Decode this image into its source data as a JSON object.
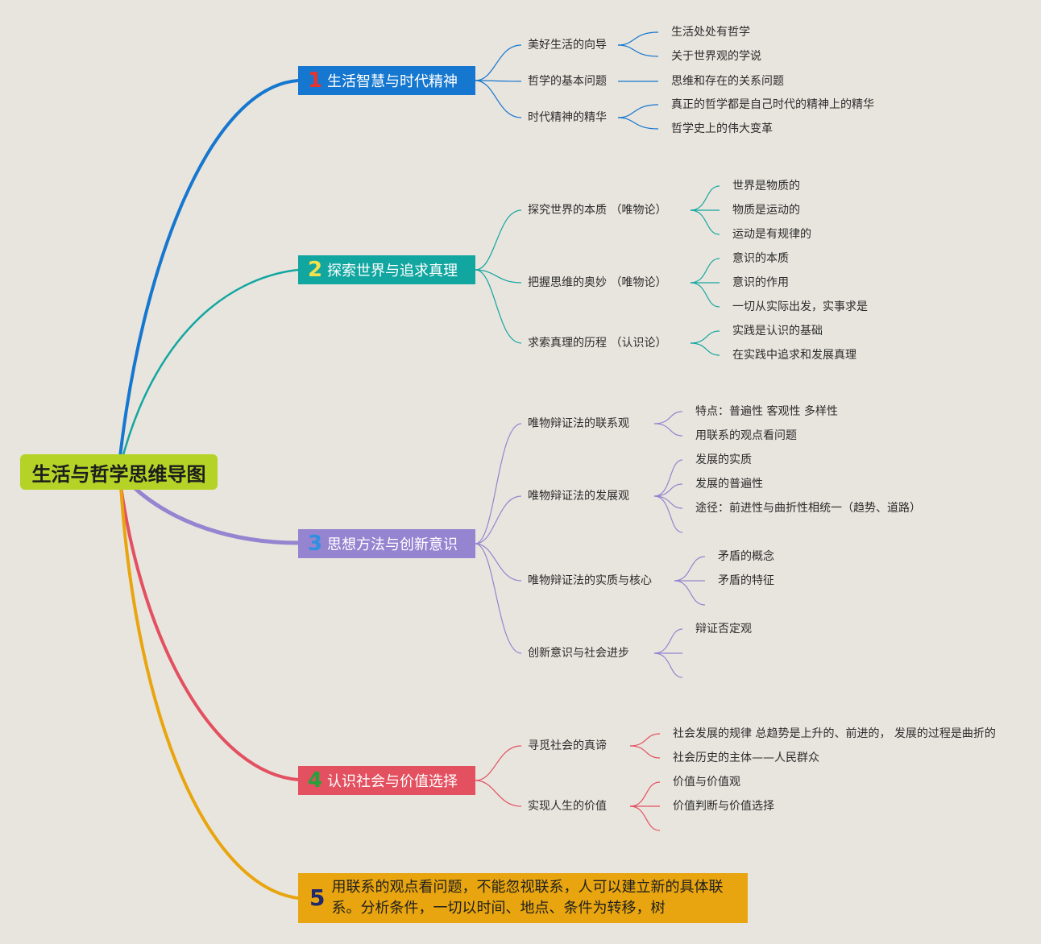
{
  "root": {
    "title": "生活与哲学思维导图",
    "color": "#b5d327"
  },
  "topics": [
    {
      "num": "1",
      "title": "生活智慧与时代精神",
      "color": "#1577cf",
      "num_color": "#e8342c",
      "subs": [
        {
          "label": "美好生活的向导",
          "leaves": [
            "生活处处有哲学",
            "关于世界观的学说"
          ]
        },
        {
          "label": "哲学的基本问题",
          "leaves": [
            "思维和存在的关系问题"
          ]
        },
        {
          "label": "时代精神的精华",
          "leaves": [
            "真正的哲学都是自己时代的精神上的精华",
            "哲学史上的伟大变革"
          ]
        }
      ]
    },
    {
      "num": "2",
      "title": "探索世界与追求真理",
      "color": "#12a6a0",
      "num_color": "#f2e14a",
      "subs": [
        {
          "label": "探究世界的本质 （唯物论）",
          "leaves": [
            "世界是物质的",
            "物质是运动的",
            "运动是有规律的"
          ]
        },
        {
          "label": "把握思维的奥妙 （唯物论）",
          "leaves": [
            "意识的本质",
            "意识的作用",
            "一切从实际出发，实事求是"
          ]
        },
        {
          "label": "求索真理的历程 （认识论）",
          "leaves": [
            "实践是认识的基础",
            "在实践中追求和发展真理"
          ]
        }
      ]
    },
    {
      "num": "3",
      "title": "思想方法与创新意识",
      "color": "#9584d0",
      "num_color": "#2f8fe0",
      "subs": [
        {
          "label": "唯物辩证法的联系观",
          "leaves": [
            "特点：普遍性 客观性 多样性",
            "用联系的观点看问题"
          ]
        },
        {
          "label": "唯物辩证法的发展观",
          "leaves": [
            "发展的实质",
            "发展的普遍性",
            "途径：前进性与曲折性相统一（趋势、道路）",
            ""
          ]
        },
        {
          "label": "唯物辩证法的实质与核心",
          "leaves": [
            "矛盾的概念",
            "矛盾的特征",
            ""
          ]
        },
        {
          "label": "创新意识与社会进步",
          "leaves": [
            "辩证否定观",
            "",
            ""
          ]
        }
      ]
    },
    {
      "num": "4",
      "title": "认识社会与价值选择",
      "color": "#e35060",
      "num_color": "#23a33a",
      "subs": [
        {
          "label": "寻觅社会的真谛",
          "leaves": [
            "社会发展的规律 总趋势是上升的、前进的， 发展的过程是曲折的",
            "社会历史的主体——人民群众"
          ]
        },
        {
          "label": "实现人生的价值",
          "leaves": [
            "价值与价值观",
            "价值判断与价值选择",
            ""
          ]
        }
      ]
    }
  ],
  "topic5": {
    "num": "5",
    "text": "用联系的观点看问题，不能忽视联系，人可以建立新的具体联系。分析条件，一切以时间、地点、条件为转移，树",
    "color": "#e8a50f"
  }
}
